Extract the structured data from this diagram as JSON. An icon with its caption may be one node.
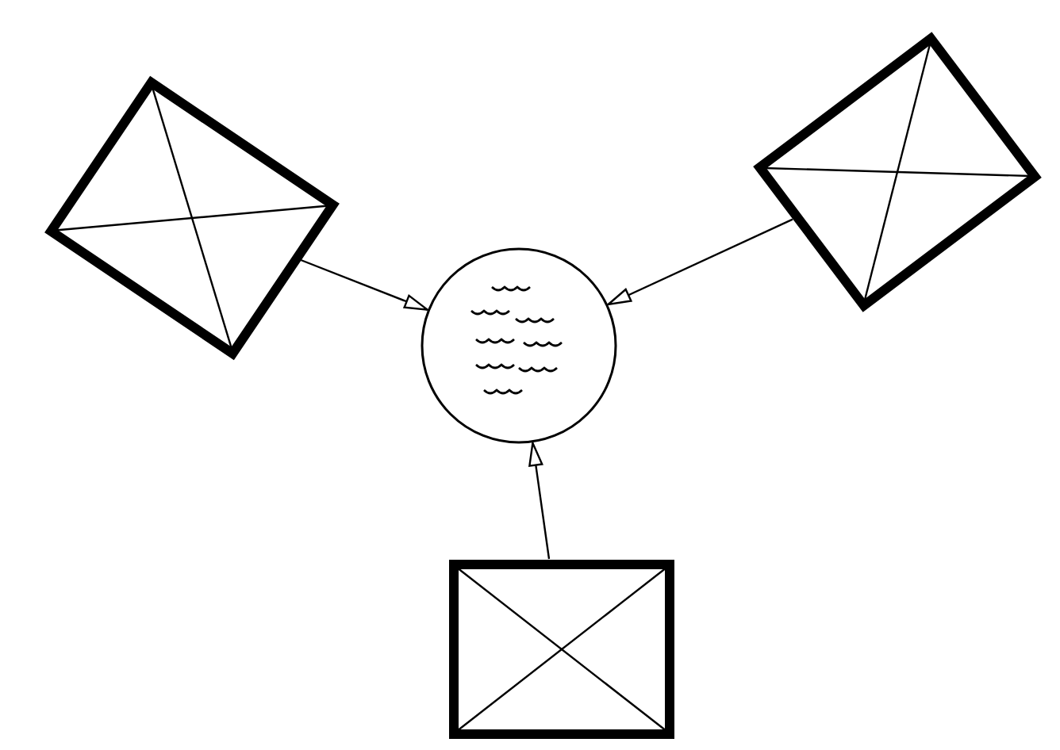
{
  "diagram": {
    "nodes": [
      {
        "text": [],
        "shape": "box"
      },
      {
        "text": [],
        "shape": "circle"
      },
      {
        "text": [],
        "shape": "box"
      },
      {
        "text": [],
        "shape": "box"
      }
    ],
    "edges": [
      {
        "from": 0,
        "to": 1,
        "arrow": "to"
      },
      {
        "from": 2,
        "to": 1,
        "arrow": "to"
      },
      {
        "from": 3,
        "to": 1,
        "arrow": "to"
      }
    ]
  }
}
